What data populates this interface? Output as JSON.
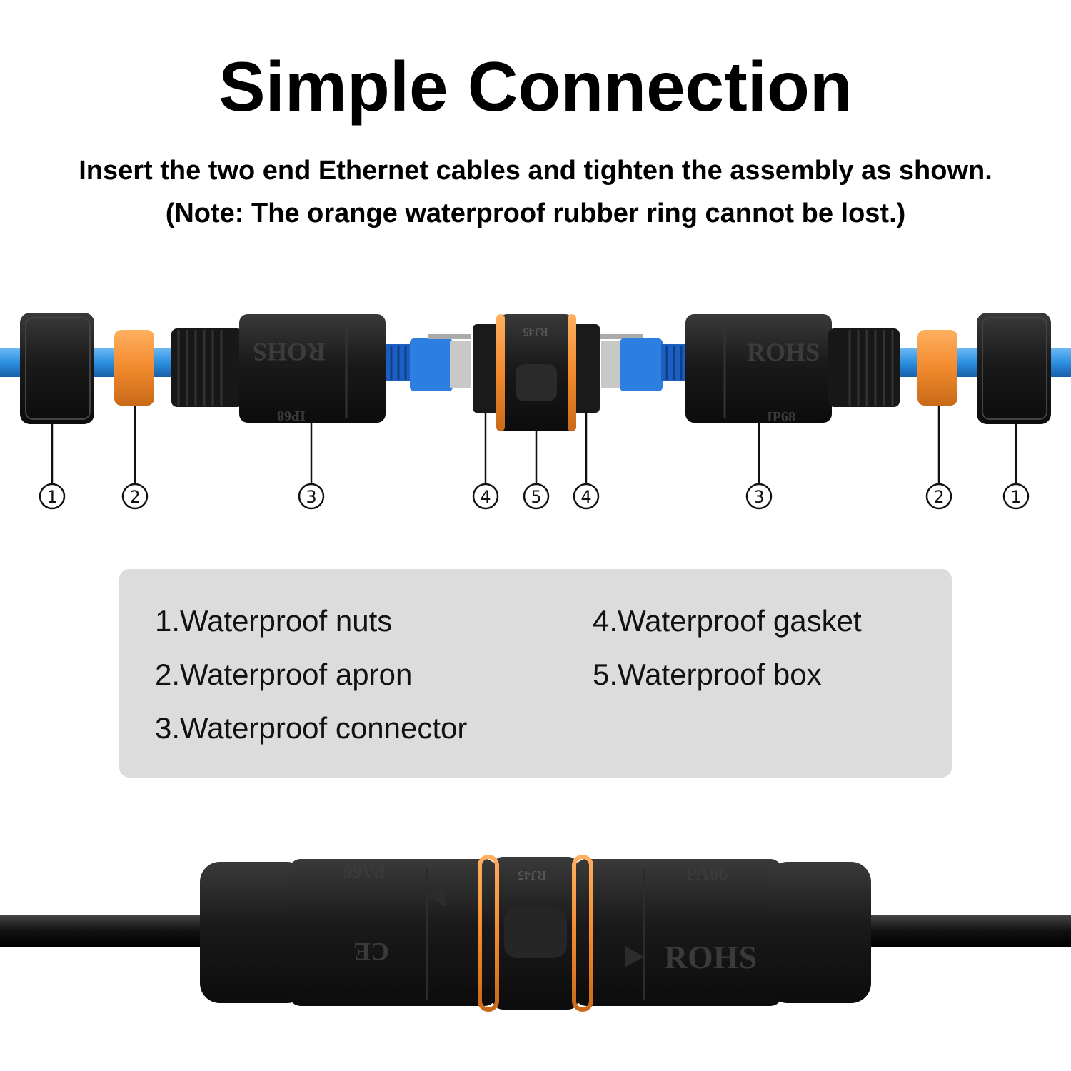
{
  "header": {
    "title": "Simple Connection",
    "subtitle_line1": "Insert the two end Ethernet cables and tighten the assembly as shown.",
    "subtitle_line2": "(Note: The orange waterproof rubber ring cannot be lost.)"
  },
  "callouts": {
    "c1": "1",
    "c2": "2",
    "c3": "3",
    "c4": "4",
    "c5": "5"
  },
  "legend": {
    "item1": "1.Waterproof nuts",
    "item2": "2.Waterproof apron",
    "item3": "3.Waterproof connector",
    "item4": "4.Waterproof gasket",
    "item5": "5.Waterproof box"
  },
  "markings": {
    "rohs": "ROHS",
    "ip68": "IP68",
    "rj45": "RJ45",
    "pa66": "PA66",
    "ce": "CE"
  },
  "colors": {
    "cable_blue": "#2b8fe0",
    "gasket_orange": "#f28a2e",
    "connector_black": "#1b1b1b",
    "legend_bg": "#dcdcdc"
  }
}
